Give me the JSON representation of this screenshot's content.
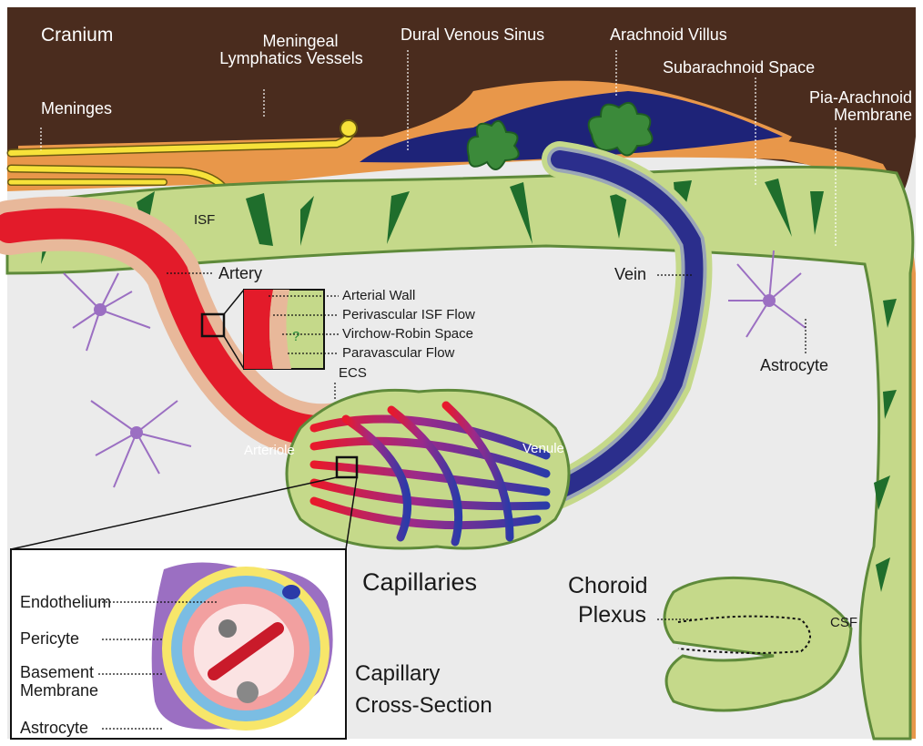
{
  "labels": {
    "cranium": "Cranium",
    "meningeal_lymphatics_line1": "Meningeal",
    "meningeal_lymphatics_line2": "Lymphatics Vessels",
    "dural_venous_sinus": "Dural Venous Sinus",
    "arachnoid_villus": "Arachnoid Villus",
    "subarachnoid_space": "Subarachnoid Space",
    "pia_arachnoid_line1": "Pia-Arachnoid",
    "pia_arachnoid_line2": "Membrane",
    "meninges": "Meninges",
    "isf": "ISF",
    "artery": "Artery",
    "vein": "Vein",
    "arterial_wall": "Arterial Wall",
    "perivascular_isf_flow": "Perivascular ISF Flow",
    "virchow_robin_space": "Virchow-Robin Space",
    "paravascular_flow": "Paravascular Flow",
    "ecs": "ECS",
    "question_mark": "?",
    "astrocyte_right": "Astrocyte",
    "arteriole": "Arteriole",
    "venule": "Venule",
    "capillaries": "Capillaries",
    "choroid_line1": "Choroid",
    "choroid_line2": "Plexus",
    "csf": "CSF",
    "endothelium": "Endothelium",
    "pericyte": "Pericyte",
    "basement_line1": "Basement",
    "basement_line2": "Membrane",
    "astrocyte_inset": "Astrocyte",
    "capillary_line1": "Capillary",
    "capillary_line2": "Cross-Section"
  },
  "colors": {
    "cranium": "#4a2c1e",
    "meninges": "#e8974a",
    "brain_tissue": "#eeeeee",
    "subarachnoid": "#c5d98a",
    "pia_trabeculae": "#1f6e2c",
    "artery": "#e31b2a",
    "perivascular": "#e8b89a",
    "vein": "#2b2e8c",
    "venous_sinus": "#1e2378",
    "lymphatic": "#f7e23a",
    "astrocyte": "#9b6fc2",
    "membrane_outline": "#5e8a3a"
  }
}
